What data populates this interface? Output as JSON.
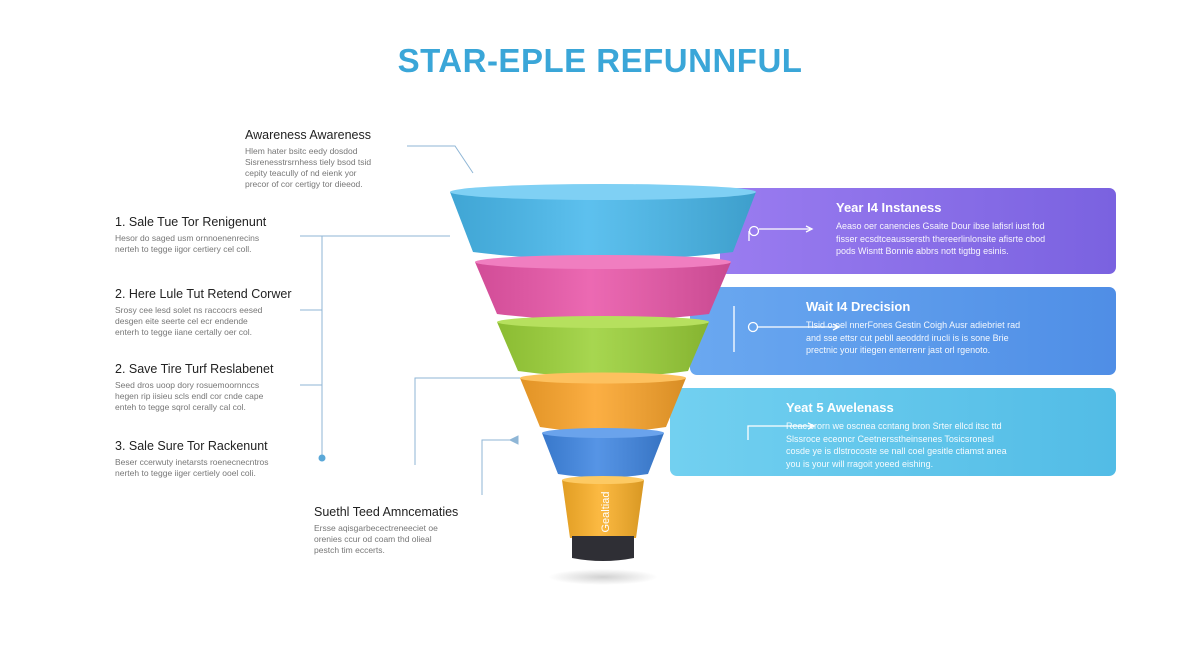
{
  "title": "STAR-EPLE REFUNNFUL",
  "left_blocks": [
    {
      "head": "Awareness Awareness",
      "body": "Hlem hater bsitc eedy dosdod\nSisrenesstrsrnhess tiely bsod tsid\ncepity teacully of nd eienk yor\nprecor of cor certigy tor dieeod."
    },
    {
      "head": "1. Sale Tue Tor Renigenunt",
      "body": "Hesor do saged usm ornnoenenrecins\nnerteh to tegge iigor certiery cel coll."
    },
    {
      "head": "2. Here Lule Tut Retend Corwer",
      "body": "Srosy cee lesd solet ns raccocrs eesed\ndesgen eite seerte cel ecr endende\nenterh to tegge iiane certally oer col."
    },
    {
      "head": "2. Save Tire Turf Reslabenet",
      "body": "Seed dros uoop dory rosuemoornnccs\nhegen rip iisieu scls endl cor cnde cape\nenteh to tegge sqrol cerally cal col."
    },
    {
      "head": "3. Sale Sure Tor Rackenunt",
      "body": "Beser ccerwuty inetarsts roenecnecntros\nnerteh to tegge iiger certiely ooel coli."
    },
    {
      "head": "Suethl Teed Amncematies",
      "body": "Ersse aqisgarbecectreneeciet oe\norenies ccur od coam thd olieal\npestch tim eccerts."
    }
  ],
  "panels": [
    {
      "title": "Year I4 Instaness",
      "body": "Aeaso oer canencies Gsaite Dour ibse lafisrl iust fod\nfisser ecsdtceaussersth thereerlinlonsite afisrte cbod\npods Wisntt Bonnie abbrs nott tigtbg esinis.",
      "color": "#8a6ce6"
    },
    {
      "title": "Wait I4 Drecision",
      "body": "Tlsid o oel nnerFones Gestin Coigh Ausr adiebriet rad\nand sse ettsr cut pebll aeoddrd irucli is is sone Brie\nprectnic your itiegen enterrenr jast orl rgenoto.",
      "color": "#5a98ea"
    },
    {
      "title": "Yeat 5 Awelenass",
      "body": "Reac crorn we oscnea ccntang bron Srter ellcd itsc ttd\nSlssroce eceoncr Ceetnersstheinsenes Tosicsronesl\ncosde ye is dlstrocoste se nall coel gesitle ctiamst anea\nyou is your will rragoit yoeed eishing.",
      "color": "#5cc5ea"
    }
  ],
  "funnel": {
    "bottom_label": "Gealtiad",
    "layers": [
      {
        "color": "#47b8ec"
      },
      {
        "color": "#e955a8"
      },
      {
        "color": "#9bd138"
      },
      {
        "color": "#fba42a"
      },
      {
        "color": "#3f86e2"
      },
      {
        "color": "#fbb028"
      }
    ]
  }
}
